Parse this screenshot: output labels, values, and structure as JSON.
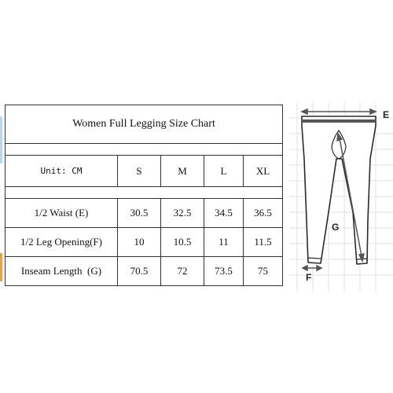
{
  "table": {
    "title": "Women Full Legging  Size Chart",
    "unit_label": "Unit: CM",
    "sizes": [
      "S",
      "M",
      "L",
      "XL"
    ],
    "rows": [
      {
        "label": "1/2 Waist (E)",
        "values": [
          "30.5",
          "32.5",
          "34.5",
          "36.5"
        ]
      },
      {
        "label": "1/2 Leg Opening(F)",
        "values": [
          "10",
          "10.5",
          "11",
          "11.5"
        ]
      },
      {
        "label": "Inseam Length  (G)",
        "values": [
          "70.5",
          "72",
          "73.5",
          "75"
        ]
      }
    ]
  },
  "diagram": {
    "label_e": "E",
    "label_g": "G",
    "label_f": "F"
  },
  "colors": {
    "accent_blue": "#b9d7f0",
    "accent_orange": "#f2a03d",
    "grid": "#e2e2e2",
    "arrow": "#555555"
  }
}
